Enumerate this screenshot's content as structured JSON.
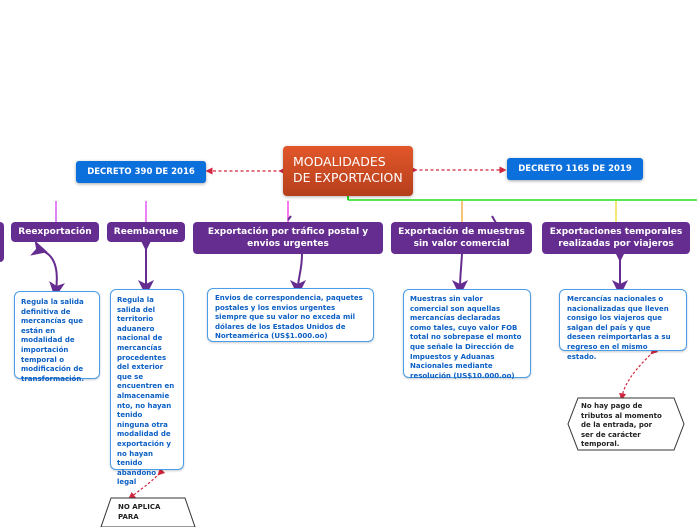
{
  "root": {
    "title_line1": "MODALIDADES",
    "title_line2": "DE EXPORTACION",
    "color": "#c8481f"
  },
  "decrees": [
    {
      "label": "DECRETO 390 DE 2016"
    },
    {
      "label": "DECRETO 1165 DE 2019"
    }
  ],
  "categories": [
    {
      "label": "Reexportación"
    },
    {
      "label": "Reembarque"
    },
    {
      "label_line1": "Exportación por tráfico postal y",
      "label_line2": "envios urgentes"
    },
    {
      "label_line1": "Exportación de muestras",
      "label_line2": "sin valor comercial"
    },
    {
      "label_line1": "Exportaciones temporales",
      "label_line2": "realizadas por viajeros"
    }
  ],
  "notes": {
    "reexportacion": [
      "Regula la salida",
      "definitiva de",
      "mercancías que",
      "están en",
      "modalidad de",
      "importación",
      "temporal o",
      "modificación de",
      "transformación."
    ],
    "reembarque": [
      "Regula la",
      "salida del",
      "territorio",
      "aduanero",
      "nacional de",
      "mercancías",
      "procedentes",
      "del exterior",
      "que se",
      "encuentren en",
      "almacenamie",
      "nto, no hayan",
      "tenido",
      "ninguna otra",
      "modalidad de",
      "exportación y",
      "no hayan",
      "tenido",
      "abandono",
      "legal"
    ],
    "postal": [
      "Envios de correspondencia, paquetes",
      "postales y los envios urgentes",
      "siempre que su valor no exceda mil",
      "dólares de los Estados Unidos de",
      "Norteamérica (US$1.000.oo)"
    ],
    "muestras": [
      "Muestras sin valor",
      "comercial son aquellas",
      "mercancías declaradas",
      "como tales, cuyo valor FOB",
      "total no sobrepase el monto",
      "que señale la Dirección de",
      "Impuestos y Aduanas",
      "Nacionales mediante",
      "resolución (US$10.000.oo)"
    ],
    "viajeros": [
      "Mercancías nacionales o",
      "nacionalizadas que lleven",
      "consigo los viajeros que",
      "salgan del país y que",
      "deseen reimportarlas a su",
      "regreso en el mismo estado."
    ]
  },
  "callouts": {
    "viajeros": [
      "No hay pago de",
      "tributos al momento",
      "de la entrada, por",
      "ser de carácter",
      "temporal."
    ],
    "reembarque": [
      "NO APLICA",
      "PARA"
    ]
  },
  "colors": {
    "category_bg": "#662d91",
    "note_border": "#4a9de8",
    "note_text": "#0b5fc4",
    "decree_bg": "#0b6fdc",
    "dashed_link": "#d0263f"
  }
}
